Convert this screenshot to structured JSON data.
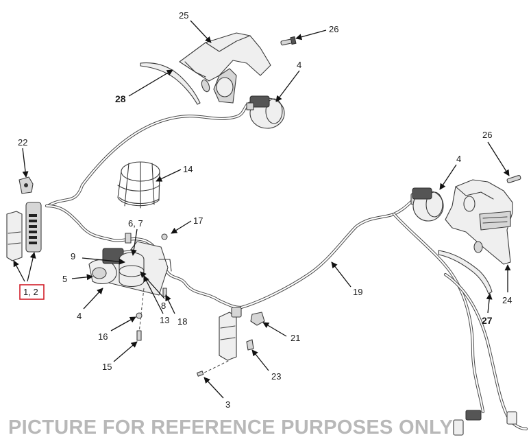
{
  "callouts": {
    "c25": "25",
    "c26_top": "26",
    "c4_top": "4",
    "c28": "28",
    "c22": "22",
    "c14": "14",
    "c6_7": "6, 7",
    "c17": "17",
    "c9": "9",
    "c5": "5",
    "c4_left": "4",
    "c8": "8",
    "c13": "13",
    "c18": "18",
    "c16": "16",
    "c15": "15",
    "c1_2": "1, 2",
    "c19": "19",
    "c21": "21",
    "c23": "23",
    "c3": "3",
    "c26_right": "26",
    "c4_right": "4",
    "c24": "24",
    "c27": "27"
  },
  "watermark": "PICTURE FOR REFERENCE PURPOSES ONLY",
  "colors": {
    "highlight": "#d21f2a",
    "line": "#3a3a3a",
    "watermark": "#b8b8b8"
  }
}
